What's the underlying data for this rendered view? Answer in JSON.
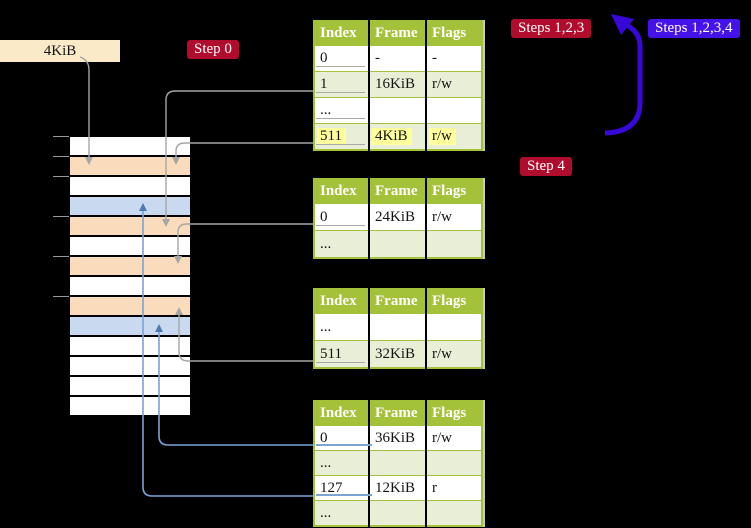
{
  "page_size_box": {
    "label": "4KiB"
  },
  "badges": {
    "step0": {
      "label": "Step 0"
    },
    "steps123": {
      "label": "Steps 1,2,3"
    },
    "steps1234": {
      "label": "Steps 1,2,3,4"
    },
    "step4": {
      "label": "Step 4"
    }
  },
  "columns": [
    "Index",
    "Frame",
    "Flags"
  ],
  "tables": [
    {
      "id": "pt1",
      "name": "page-table-top",
      "rows": [
        {
          "index": "0",
          "frame": "-",
          "flags": "-",
          "underline": "gray"
        },
        {
          "index": "1",
          "frame": "16KiB",
          "flags": "r/w",
          "underline": "gray"
        },
        {
          "index": "...",
          "frame": "",
          "flags": "",
          "underline": "gray"
        },
        {
          "index": "511",
          "frame": "4KiB",
          "flags": "r/w",
          "underline": "gray",
          "highlight": true
        }
      ]
    },
    {
      "id": "pt2",
      "name": "page-table-second",
      "rows": [
        {
          "index": "0",
          "frame": "24KiB",
          "flags": "r/w",
          "underline": "gray"
        },
        {
          "index": "...",
          "frame": "",
          "flags": ""
        }
      ]
    },
    {
      "id": "pt3",
      "name": "page-table-third",
      "rows": [
        {
          "index": "...",
          "frame": "",
          "flags": ""
        },
        {
          "index": "511",
          "frame": "32KiB",
          "flags": "r/w",
          "underline": "gray"
        }
      ]
    },
    {
      "id": "pt4",
      "name": "page-table-fourth",
      "rows": [
        {
          "index": "0",
          "frame": "36KiB",
          "flags": "r/w",
          "underline": "blue"
        },
        {
          "index": "...",
          "frame": "",
          "flags": ""
        },
        {
          "index": "127",
          "frame": "12KiB",
          "flags": "r",
          "underline": "blue"
        },
        {
          "index": "...",
          "frame": "",
          "flags": ""
        }
      ]
    }
  ],
  "memory": {
    "rows": [
      "white",
      "orange",
      "white",
      "blue",
      "orange",
      "white",
      "orange",
      "white",
      "orange",
      "blue",
      "white",
      "white",
      "white",
      "white"
    ]
  },
  "icons": {
    "gray_arrow": "down-or-up-arrowhead",
    "blue_arrow": "up-arrowhead",
    "big_cycle_arrow": "curved-up-left-arrow"
  },
  "colors": {
    "table_header_green": "#a3c139",
    "row_alt_green": "#e9efd7",
    "memory_orange": "#fadcbc",
    "memory_blue": "#c9daf0",
    "page_box_wheat": "#faeac8",
    "badge_red": "#b00d2e",
    "badge_blue": "#4612ea",
    "big_arrow_blue": "#3808d8",
    "connector_gray": "#a6a6a6",
    "connector_blue": "#7ca3d6",
    "highlight_yellow": "#ffff9c"
  }
}
